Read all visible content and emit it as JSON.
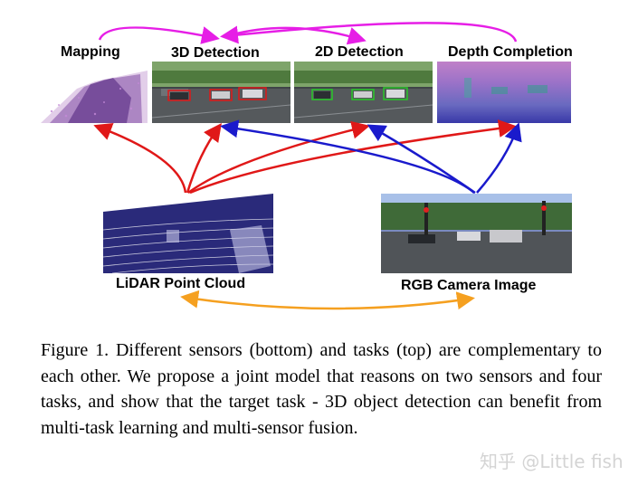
{
  "tasks": {
    "mapping": "Mapping",
    "detection_3d": "3D Detection",
    "detection_2d": "2D Detection",
    "depth_completion": "Depth Completion"
  },
  "sensors": {
    "lidar": "LiDAR Point Cloud",
    "camera": "RGB Camera Image"
  },
  "caption": {
    "text": "Figure 1. Different sensors (bottom) and tasks (top) are complementary to each other. We propose a joint model that reasons on two sensors and four tasks, and show that the target task - 3D object detection can benefit from multi-task learning and multi-sensor fusion."
  },
  "watermark": "知乎 @Little fish",
  "colors": {
    "task_link": "#e61ee6",
    "lidar_arrow": "#e01818",
    "camera_arrow": "#1a1acc",
    "sensor_link": "#f5a020"
  }
}
